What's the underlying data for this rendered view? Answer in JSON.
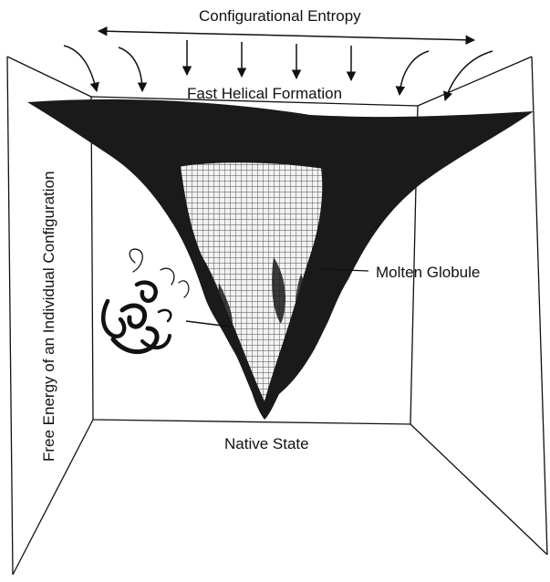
{
  "labels": {
    "top": "Configurational Entropy",
    "fast": "Fast Helical Formation",
    "molten": "Molten Globule",
    "native": "Native State",
    "yaxis": "Free Energy of an Individual Configuration"
  },
  "colors": {
    "ink": "#111111",
    "surface": "#1a1a1a",
    "mesh": "#bdbdbd",
    "background": "#ffffff"
  },
  "icons": [
    "curved-arrow-icon",
    "down-arrow-icon",
    "double-arrow-icon",
    "protein-ribbon-icon"
  ]
}
